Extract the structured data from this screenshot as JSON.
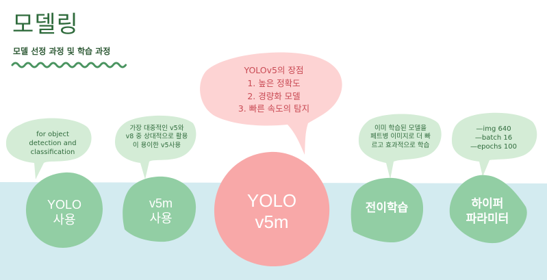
{
  "header": {
    "title": "모델링",
    "subtitle": "모델 선정 과정 및 학습 과정"
  },
  "colors": {
    "title": "#2f6b3c",
    "wave": "#4a9460",
    "ground": "#d3ebf0",
    "green_node": "#92ceA4",
    "green_bubble": "#d4ecd6",
    "pink_node": "#f8a8a8",
    "pink_bubble": "#fdd3d3",
    "pink_text": "#c94a54"
  },
  "nodes": [
    {
      "id": "yolo-use",
      "lines": [
        "YOLO",
        "사용"
      ]
    },
    {
      "id": "v5m-use",
      "lines": [
        "v5m",
        "사용"
      ]
    },
    {
      "id": "yolo-v5m",
      "lines": [
        "YOLO",
        "v5m"
      ]
    },
    {
      "id": "transfer-learning",
      "lines": [
        "전이학습"
      ]
    },
    {
      "id": "hyperparameter",
      "lines": [
        "하이퍼",
        "파라미터"
      ]
    }
  ],
  "bubbles": [
    {
      "id": "yolo-use-note",
      "lines": [
        "for object",
        "detection and",
        "classification"
      ]
    },
    {
      "id": "v5m-use-note",
      "lines": [
        "가장 대중적인 v5와",
        "v8 중 상대적으로 활용",
        "이 용이한 v5사용"
      ]
    },
    {
      "id": "yolo-v5m-note",
      "lines": [
        "YOLOv5의 장점",
        "1. 높은 정확도",
        "2. 경량화 모델",
        "3. 빠른 속도의 탐지"
      ]
    },
    {
      "id": "transfer-note",
      "lines": [
        "이미 학습된 모델을",
        "페트병 이미지로 더 빠",
        "르고 효과적으로 학습"
      ]
    },
    {
      "id": "hyper-note",
      "lines": [
        "—img 640",
        "—batch 16",
        "—epochs 100"
      ]
    }
  ]
}
